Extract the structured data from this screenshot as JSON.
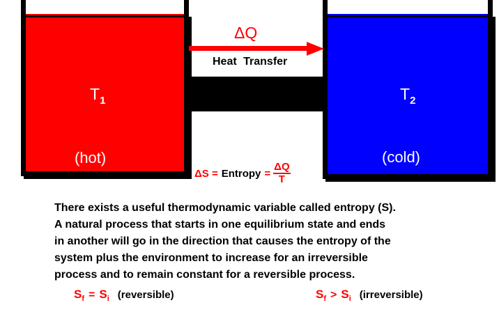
{
  "hot_reservoir": {
    "temp_symbol": "T",
    "temp_subscript": "1",
    "label": "(hot)",
    "color": "#ff0000"
  },
  "cold_reservoir": {
    "temp_symbol": "T",
    "temp_subscript": "2",
    "label": "(cold)",
    "color": "#0000ff"
  },
  "transfer": {
    "symbol": "ΔQ",
    "label": "Heat  Transfer",
    "arrow_color": "#ff0000"
  },
  "entropy_equation": {
    "lhs": "ΔS =",
    "word": "Entropy",
    "eq": "=",
    "numerator": "ΔQ",
    "denominator": "T"
  },
  "paragraph": [
    "There exists a useful thermodynamic variable called entropy (S).",
    "A natural process that starts in one equilibrium state and ends",
    "in another will go in the direction that causes the entropy of the",
    "system plus the environment to increase for an irreversible",
    "process and to remain constant for a reversible process."
  ],
  "conditions": {
    "reversible": {
      "left": "S",
      "left_sub": "f",
      "relation": "=",
      "right": "S",
      "right_sub": "i",
      "note": "(reversible)"
    },
    "irreversible": {
      "left": "S",
      "left_sub": "f",
      "relation": ">",
      "right": "S",
      "right_sub": "i",
      "note": "(irreversible)"
    }
  }
}
